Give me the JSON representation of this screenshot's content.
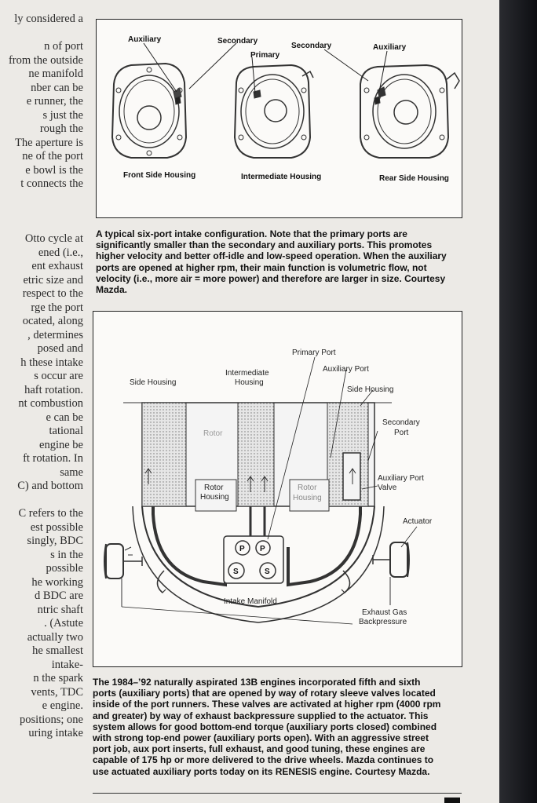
{
  "body_text_lines": [
    "ly considered a",
    "",
    "n of port",
    "from the outside",
    "ne manifold",
    "nber can be",
    "e runner, the",
    "s just the",
    "rough the",
    "The aperture is",
    "ne of the port",
    "e bowl is the",
    "t connects the",
    "",
    "",
    "",
    "Otto cycle at",
    "ened (i.e.,",
    "ent exhaust",
    "etric size and",
    "respect to the",
    "rge the port",
    "ocated, along",
    ", determines",
    "posed and",
    "h these intake",
    "s occur are",
    "haft rotation.",
    "nt combustion",
    "e can be",
    "tational",
    "engine be",
    "ft rotation. In",
    "same",
    "C) and bottom",
    "",
    "C refers to the",
    "est possible",
    "singly, BDC",
    "s in the",
    "possible",
    "he working",
    "d BDC are",
    "ntric shaft",
    ". (Astute",
    "actually two",
    "he smallest",
    "intake-",
    "n the spark",
    "vents, TDC",
    "e engine.",
    "positions; one",
    "uring intake"
  ],
  "figure1": {
    "labels": {
      "auxiliary_left": "Auxiliary",
      "secondary_left": "Secondary",
      "primary": "Primary",
      "secondary_right": "Secondary",
      "auxiliary_right": "Auxiliary",
      "front": "Front Side Housing",
      "intermediate": "Intermediate Housing",
      "rear": "Rear Side Housing"
    },
    "caption": [
      "A typical six-port intake configuration. Note that the primary ports are",
      "significantly smaller than the secondary and auxiliary ports. This promotes",
      "higher velocity and better off-idle and low-speed operation. When the auxiliary",
      "ports are opened at higher rpm, their main function is volumetric flow, not",
      "velocity (i.e., more air = more power) and therefore are larger in size. Courtesy",
      "Mazda."
    ]
  },
  "figure2": {
    "labels": {
      "primary_port": "Primary Port",
      "intermediate_1": "Intermediate",
      "intermediate_2": "Housing",
      "auxiliary_port": "Auxiliary Port",
      "side_housing_left": "Side Housing",
      "side_housing_right": "Side Housing",
      "secondary_1": "Secondary",
      "secondary_2": "Port",
      "rotor_left": "Rotor",
      "rotor_housing_left_1": "Rotor",
      "rotor_housing_left_2": "Housing",
      "rotor_housing_right_1": "Rotor",
      "rotor_housing_right_2": "Housing",
      "aux_valve_1": "Auxiliary Port",
      "aux_valve_2": "Valve",
      "actuator": "Actuator",
      "p": "P",
      "s": "S",
      "intake_manifold": "Intake Manifold",
      "exhaust_1": "Exhaust Gas",
      "exhaust_2": "Backpressure"
    },
    "caption": [
      "The 1984–’92 naturally aspirated 13B engines incorporated fifth and sixth",
      "ports (auxiliary ports) that are opened by way of rotary sleeve valves located",
      "inside of the port runners. These valves are activated at higher rpm (4000 rpm",
      "and greater) by way of exhaust backpressure supplied to the actuator. This",
      "system allows for good bottom-end torque (auxiliary ports closed) combined",
      "with strong top-end power (auxiliary ports open). With an aggressive street",
      "port job, aux port inserts, full exhaust, and good tuning, these engines are",
      "capable of 175 hp or more delivered to the drive wheels. Mazda continues to",
      "use actuated auxiliary ports today on its RENESIS engine. Courtesy Mazda."
    ]
  }
}
